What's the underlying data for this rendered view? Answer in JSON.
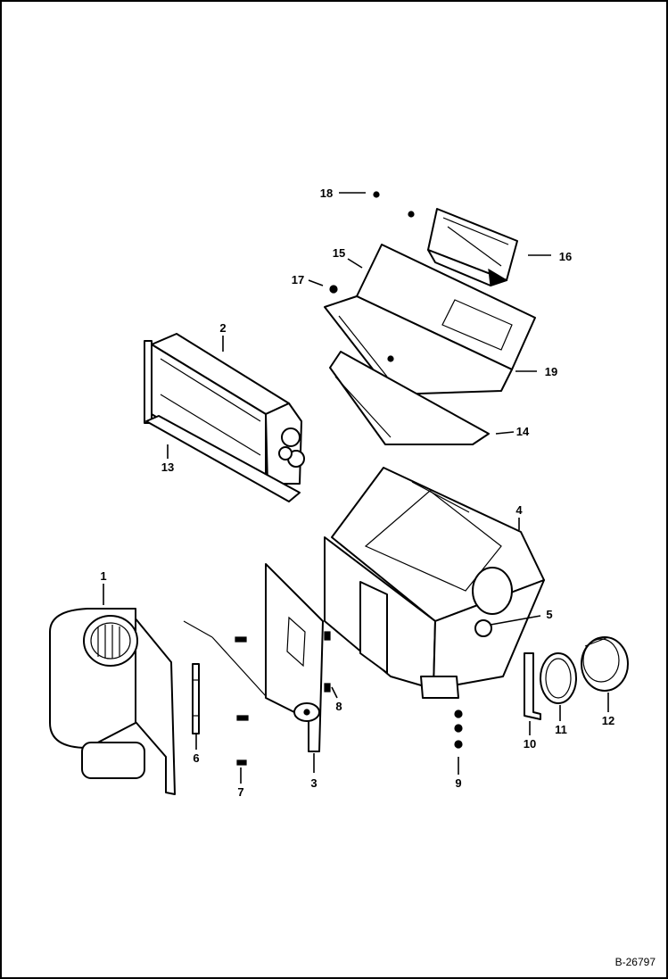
{
  "drawing_number": "B-26797",
  "callouts": {
    "c1": "1",
    "c2": "2",
    "c3": "3",
    "c4": "4",
    "c5": "5",
    "c6": "6",
    "c7": "7",
    "c8": "8",
    "c9": "9",
    "c10": "10",
    "c11": "11",
    "c12": "12",
    "c13": "13",
    "c14": "14",
    "c15": "15",
    "c16": "16",
    "c17": "17",
    "c18": "18",
    "c19": "19"
  }
}
